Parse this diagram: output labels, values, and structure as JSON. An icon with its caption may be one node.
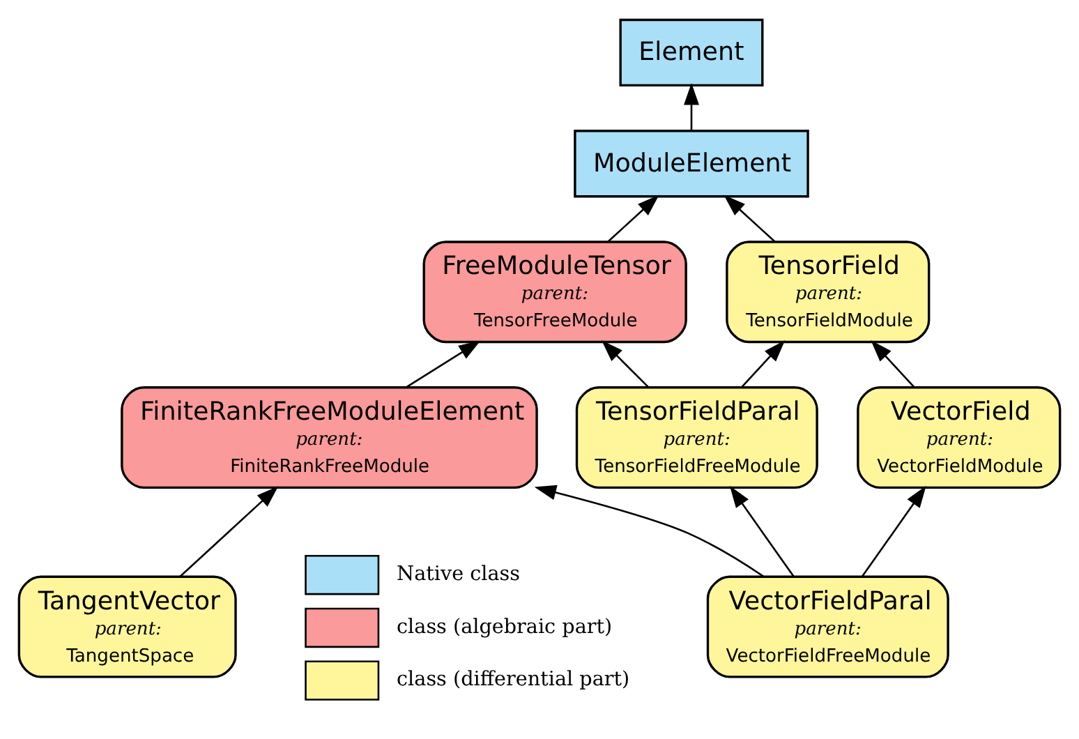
{
  "diagram": {
    "nodes": [
      {
        "text": [
          "Element"
        ]
      },
      {
        "text": [
          "ModuleElement"
        ]
      },
      {
        "text": [
          "TensorField",
          "parent:",
          "TensorFieldModule"
        ]
      },
      {
        "text": [
          "FreeModuleTensor",
          "parent:",
          "TensorFreeModule"
        ]
      },
      {
        "text": [
          "VectorField",
          "parent:",
          "VectorFieldModule"
        ]
      },
      {
        "text": [
          "TensorFieldParal",
          "parent:",
          "TensorFieldFreeModule"
        ]
      },
      {
        "text": [
          "FiniteRankFreeModuleElement",
          "parent:",
          "FiniteRankFreeModule"
        ]
      },
      {
        "text": [
          "VectorFieldParal",
          "parent:",
          "VectorFieldFreeModule"
        ]
      },
      {
        "text": [
          "TangentVector",
          "parent:",
          "TangentSpace"
        ]
      }
    ],
    "edges": [
      {
        "from": 1,
        "to": 0,
        "arrow": "to"
      },
      {
        "from": 2,
        "to": 1,
        "arrow": "to"
      },
      {
        "from": 3,
        "to": 1,
        "arrow": "to"
      },
      {
        "from": 4,
        "to": 2,
        "arrow": "to"
      },
      {
        "from": 5,
        "to": 2,
        "arrow": "to"
      },
      {
        "from": 5,
        "to": 3,
        "arrow": "to"
      },
      {
        "from": 6,
        "to": 3,
        "arrow": "to"
      },
      {
        "from": 7,
        "to": 4,
        "arrow": "to"
      },
      {
        "from": 7,
        "to": 5,
        "arrow": "to"
      },
      {
        "from": 7,
        "to": 6,
        "arrow": "to"
      },
      {
        "from": 8,
        "to": 6,
        "arrow": "to"
      }
    ],
    "legend": [
      {
        "text": "Native class",
        "color": "#aadff8"
      },
      {
        "text": "class (algebraic part)",
        "color": "#fa9a9a"
      },
      {
        "text": "class (differential part)",
        "color": "#fff69b"
      }
    ]
  }
}
